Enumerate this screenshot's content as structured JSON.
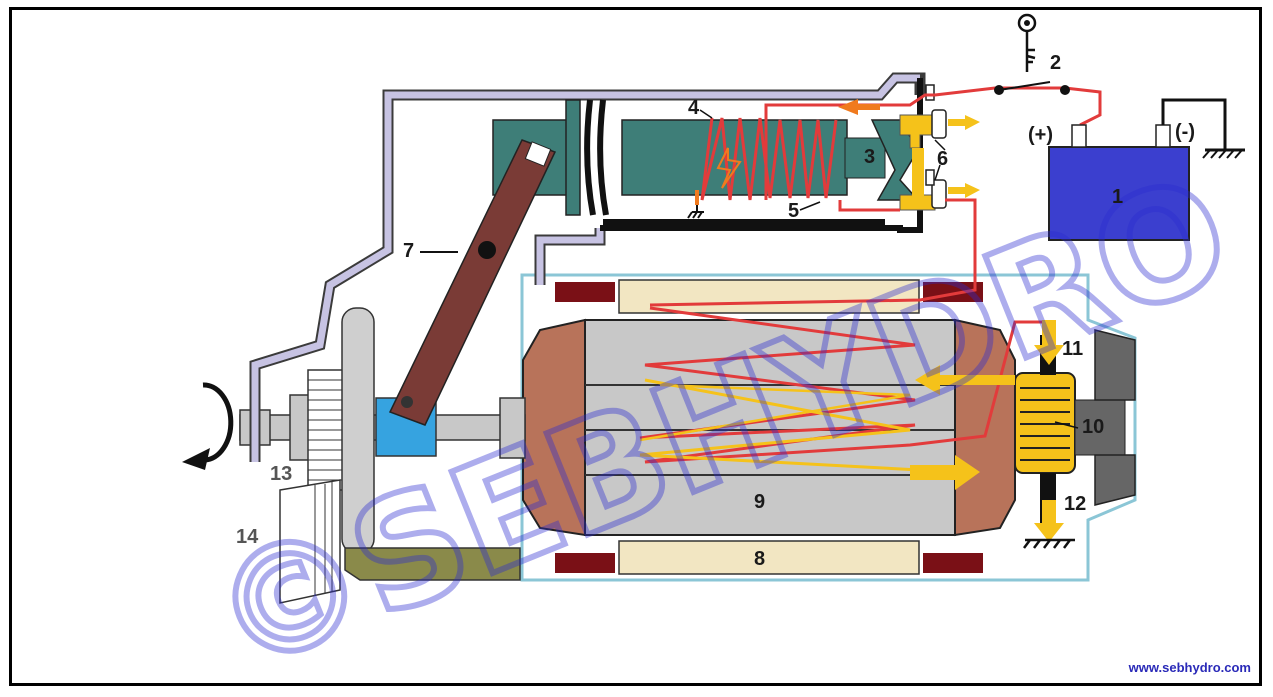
{
  "labels": {
    "l1": "1",
    "l2": "2",
    "l3": "3",
    "l4": "4",
    "l5": "5",
    "l6": "6",
    "l7": "7",
    "l8": "8",
    "l9": "9",
    "l10": "10",
    "l11": "11",
    "l12": "12",
    "l13": "13",
    "l14": "14"
  },
  "battery": {
    "plus": "(+)",
    "minus": "(-)"
  },
  "watermark": {
    "text": "©SEBHYDRO"
  },
  "site_url": "www.sebhydro.com",
  "colors": {
    "battery": "#3b3fcf",
    "solenoid": "#3e7e78",
    "lever": "#7a3b36",
    "coil_red": "#e23b3b",
    "current_yellow": "#f5c21a",
    "armature_gray": "#c8c8c8",
    "endcap_brown": "#b8735a",
    "pole_shoe": "#f2e6c2",
    "dark_red": "#7a1016",
    "housing_outline": "#8bc6d6",
    "pinion_blue": "#36a3e0",
    "watermark": "#2b2bd0"
  }
}
